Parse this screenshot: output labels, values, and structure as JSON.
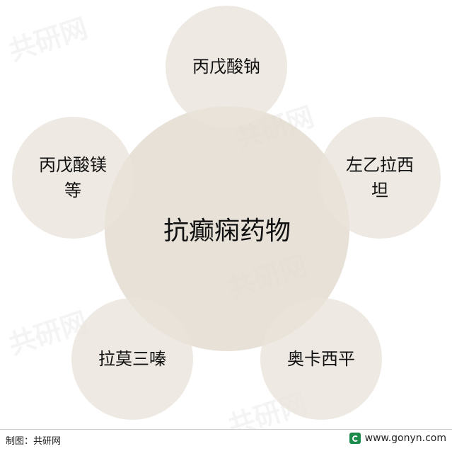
{
  "center": {
    "label": "抗癫痫药物"
  },
  "nodes": [
    {
      "id": "valproate-sodium",
      "label": "丙戊酸钠"
    },
    {
      "id": "levetiracetam",
      "label": "左乙拉西坦"
    },
    {
      "id": "oxcarbazepine",
      "label": "奥卡西平"
    },
    {
      "id": "lamotrigine",
      "label": "拉莫三嗪"
    },
    {
      "id": "valproate-magnesium",
      "label": "丙戊酸镁等"
    }
  ],
  "footer": {
    "source": "制图：共研网",
    "site": "www.gonyn.com"
  },
  "watermark": {
    "text": "共研网"
  }
}
